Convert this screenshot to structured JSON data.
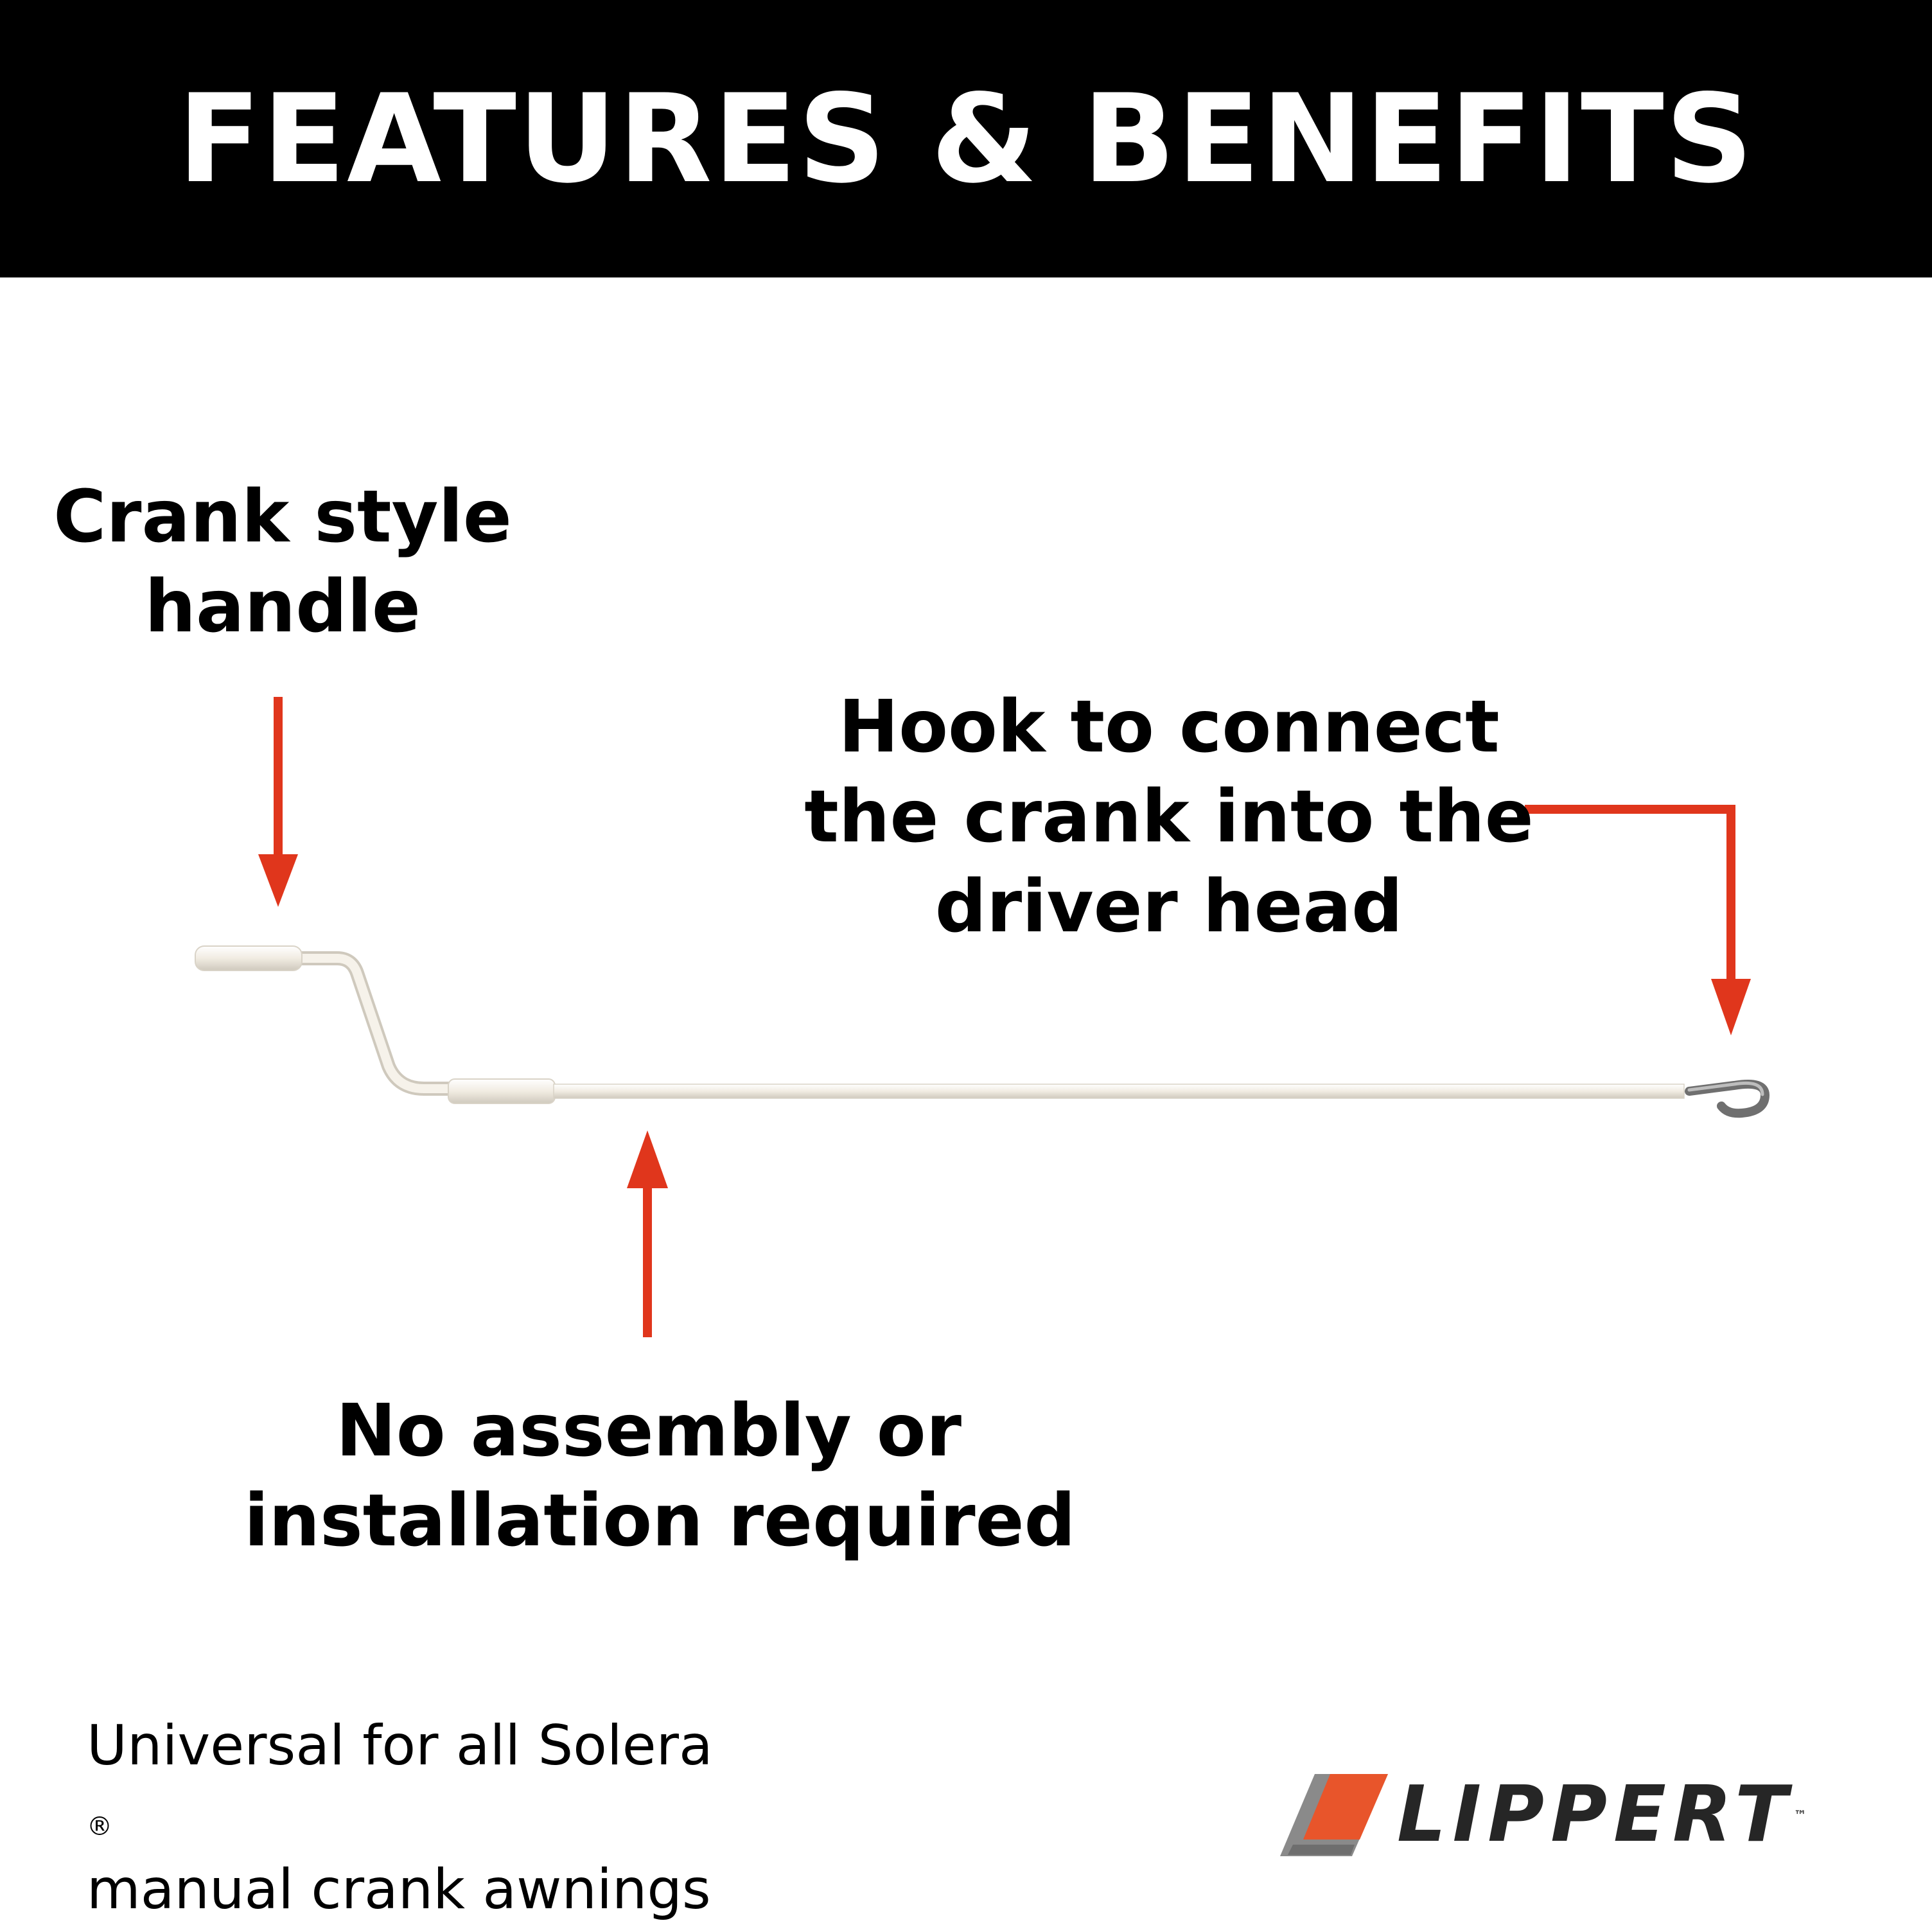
{
  "header": {
    "title": "FEATURES & BENEFITS",
    "background": "#000000"
  },
  "callouts": {
    "handle": {
      "line1": "Crank style",
      "line2": "handle"
    },
    "hook": {
      "line1": "Hook to connect",
      "line2": "the crank into the",
      "line3": "driver head"
    },
    "assembly": {
      "line1": "No assembly or",
      "line2": "installation required"
    }
  },
  "footnote": {
    "line1": "Universal for all Solera",
    "registered": "®",
    "line2": "manual crank awnings"
  },
  "logo": {
    "text": "LIPPERT",
    "trademark": "™",
    "icon": "lippert-logo-icon"
  },
  "colors": {
    "arrow": "#e0361c",
    "logo_orange": "#e8552b",
    "logo_gray": "#8a8a8a",
    "rod": "#f3efe6",
    "hook_metal": "#8e8e8e"
  }
}
